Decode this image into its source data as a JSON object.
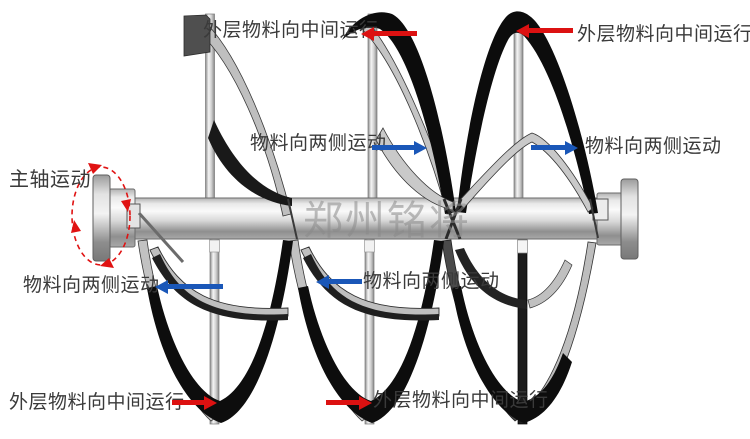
{
  "colors": {
    "arrow_red": "#dc1111",
    "arrow_blue": "#1a57b8",
    "label_text": "#3a3a3a",
    "watermark": "#8a8a8a",
    "rotation_dash": "#e01212"
  },
  "watermark": {
    "text": "郑州铭将"
  },
  "annotations": {
    "spindle": {
      "label": "主轴运动"
    },
    "top_left": {
      "label": "外层物料向中间运行",
      "arrow_icon": "red-arrow-left"
    },
    "top_right": {
      "label": "外层物料向中间运行",
      "arrow_icon": "red-arrow-left"
    },
    "mid_left": {
      "label": "物料向两侧运动",
      "arrow_icon": "blue-arrow-right"
    },
    "mid_right": {
      "label": "物料向两侧运动",
      "arrow_icon": "blue-arrow-right"
    },
    "lower_left": {
      "label": "物料向两侧运动",
      "arrow_icon": "blue-arrow-left"
    },
    "lower_mid": {
      "label": "物料向两侧运动",
      "arrow_icon": "blue-arrow-left"
    },
    "bottom_left": {
      "label": "外层物料向中间运行",
      "arrow_icon": "red-arrow-right"
    },
    "bottom_mid": {
      "label": "外层物料向中间运行",
      "arrow_icon": "red-arrow-right"
    }
  }
}
